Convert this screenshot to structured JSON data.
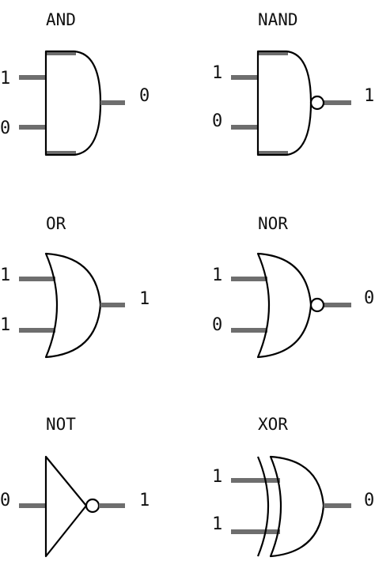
{
  "gates": [
    {
      "name": "AND",
      "inputs": [
        "1",
        "0"
      ],
      "output": "0"
    },
    {
      "name": "NAND",
      "inputs": [
        "1",
        "0"
      ],
      "output": "1"
    },
    {
      "name": "OR",
      "inputs": [
        "1",
        "1"
      ],
      "output": "1"
    },
    {
      "name": "NOR",
      "inputs": [
        "1",
        "0"
      ],
      "output": "0"
    },
    {
      "name": "NOT",
      "inputs": [
        "0"
      ],
      "output": "1"
    },
    {
      "name": "XOR",
      "inputs": [
        "1",
        "1"
      ],
      "output": "0"
    }
  ]
}
